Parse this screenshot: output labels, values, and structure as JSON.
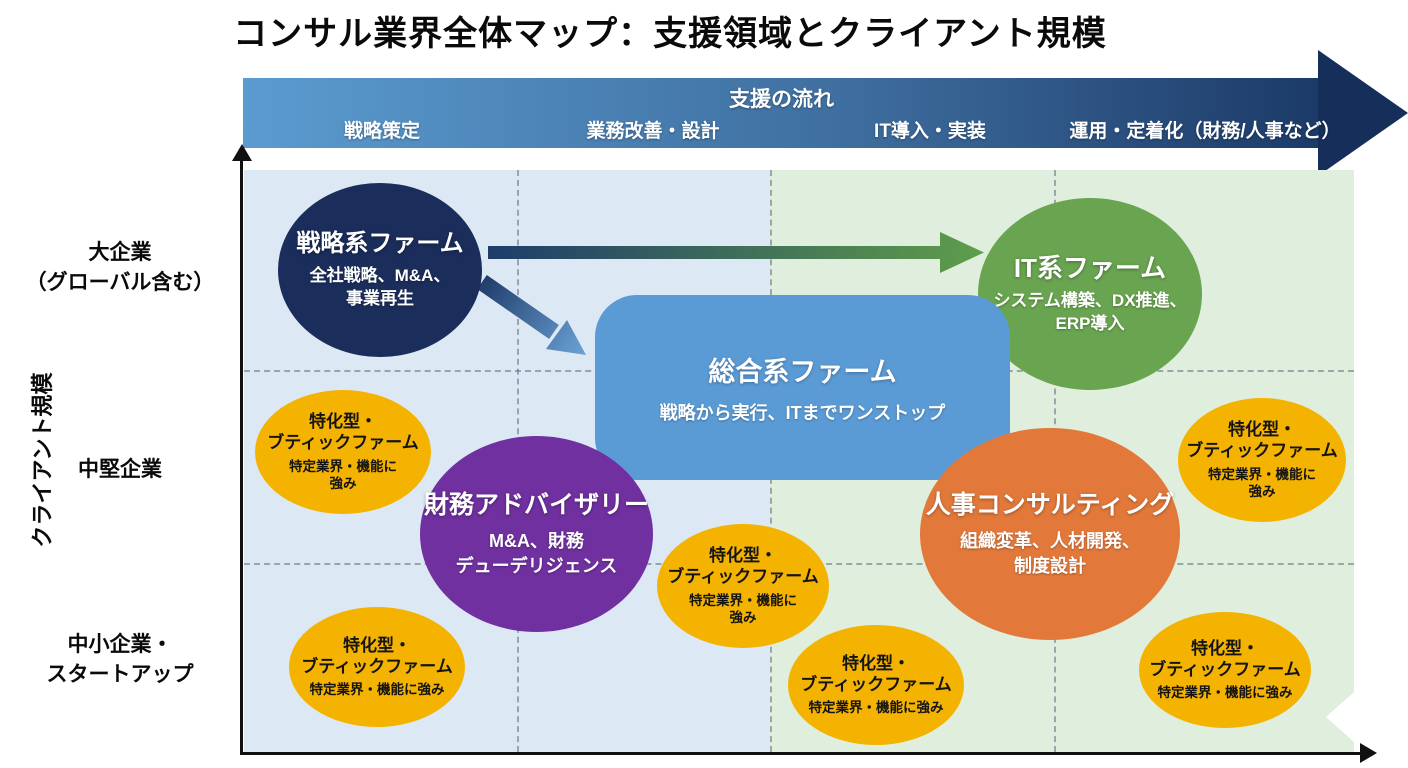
{
  "title": "コンサル業界全体マップ：支援領域とクライアント規模",
  "flow": {
    "label": "支援の流れ",
    "stages": [
      "戦略策定",
      "業務改善・設計",
      "IT導入・実装",
      "運用・定着化（財務/人事など）"
    ]
  },
  "y_axis": {
    "label": "クライアント規模",
    "rows": [
      {
        "line1": "大企業",
        "line2": "（グローバル含む）"
      },
      {
        "line1": "中堅企業"
      },
      {
        "line1": "中小企業・",
        "line2": "スタートアップ"
      }
    ]
  },
  "firms": {
    "strategy": {
      "name": "戦略系ファーム",
      "detail1": "全社戦略、M&A、",
      "detail2": "事業再生",
      "color": "#1b2d5b"
    },
    "integrated": {
      "name": "総合系ファーム",
      "detail1": "戦略から実行、ITまでワンストップ",
      "color": "#5b9bd5"
    },
    "it": {
      "name": "IT系ファーム",
      "detail1": "システム構築、DX推進、",
      "detail2": "ERP導入",
      "color": "#69a450"
    },
    "finance": {
      "name": "財務アドバイザリー",
      "detail1": "M&A、財務",
      "detail2": "デューデリジェンス",
      "color": "#7030a0"
    },
    "hr": {
      "name": "人事コンサルティング",
      "detail1": "組織変革、人材開発、",
      "detail2": "制度設計",
      "color": "#e2793b"
    },
    "boutique": {
      "name1": "特化型・",
      "name2": "ブティックファーム",
      "detail": "特定業界・機能に強み",
      "detail_wrap1": "特定業界・機能に",
      "detail_wrap2": "強み",
      "color": "#f5b301"
    }
  },
  "colors": {
    "flow_arrow_start": "#5b9bd0",
    "flow_arrow_end": "#1c3a68",
    "bg_left": "#dce9f4",
    "bg_right": "#dfeedd",
    "flow_to_it_arrow": "#1e3c6a → #5f9e4b",
    "strategy_to_integrated_arrow": "#1e3c6a → #6aa0d4",
    "axis": "#111111"
  }
}
